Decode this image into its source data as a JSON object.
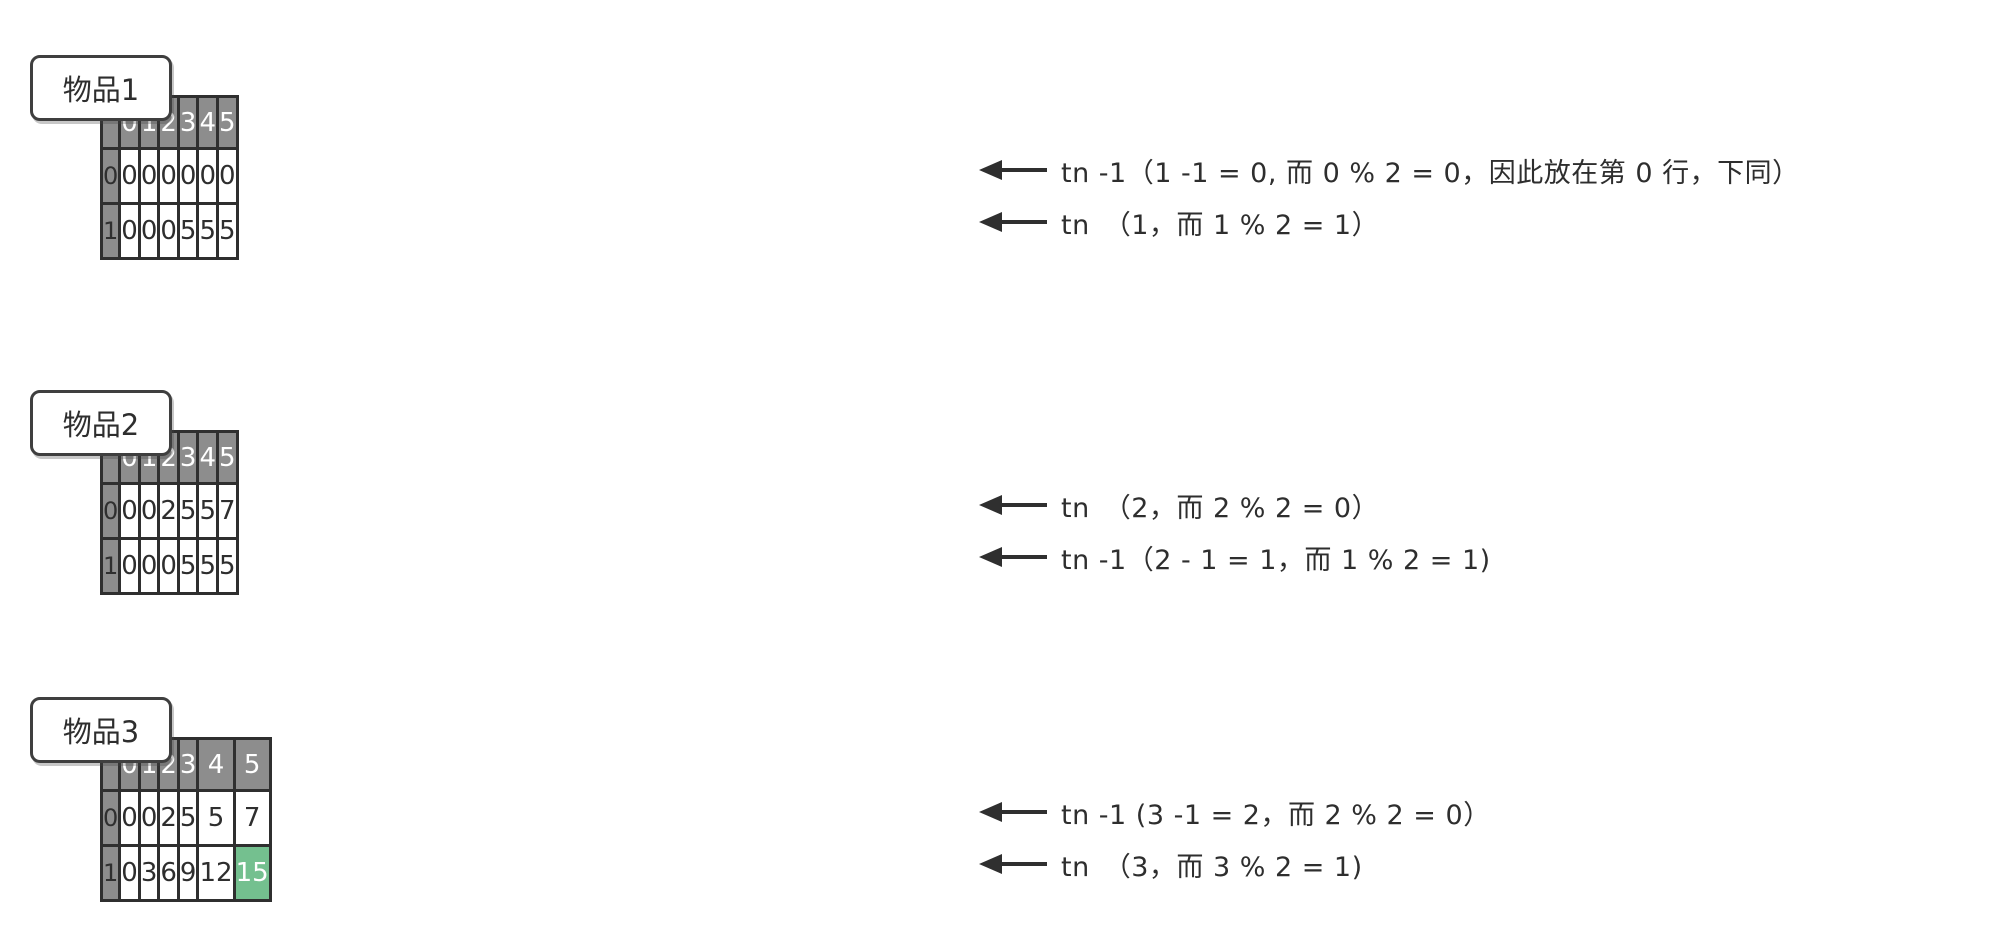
{
  "colors": {
    "background": "#ffffff",
    "header_bg": "#8d8d8d",
    "cell_bg": "#ffffff",
    "highlight_bg": "#74c08f",
    "border": "#2f2f2f",
    "header_text": "#ffffff",
    "text_dark": "#2e2e2e"
  },
  "tables": [
    {
      "label": "物品1",
      "col_headers": [
        "0",
        "1",
        "2",
        "3",
        "4",
        "5"
      ],
      "rows": [
        {
          "label": "0",
          "cells": [
            "0",
            "0",
            "0",
            "0",
            "0",
            "0"
          ],
          "highlight": null,
          "annotation": "tn -1（1 -1 = 0, 而 0 % 2 = 0，因此放在第 0 行，下同）"
        },
        {
          "label": "1",
          "cells": [
            "0",
            "0",
            "0",
            "5",
            "5",
            "5"
          ],
          "highlight": null,
          "annotation": "tn　（1，而 1 % 2 = 1）"
        }
      ]
    },
    {
      "label": "物品2",
      "col_headers": [
        "0",
        "1",
        "2",
        "3",
        "4",
        "5"
      ],
      "rows": [
        {
          "label": "0",
          "cells": [
            "0",
            "0",
            "2",
            "5",
            "5",
            "7"
          ],
          "highlight": null,
          "annotation": "tn　（2，而 2 % 2 = 0）"
        },
        {
          "label": "1",
          "cells": [
            "0",
            "0",
            "0",
            "5",
            "5",
            "5"
          ],
          "highlight": null,
          "annotation": "tn -1（2 - 1 = 1，而 1 % 2 = 1)"
        }
      ]
    },
    {
      "label": "物品3",
      "col_headers": [
        "0",
        "1",
        "2",
        "3",
        "4",
        "5"
      ],
      "rows": [
        {
          "label": "0",
          "cells": [
            "0",
            "0",
            "2",
            "5",
            "5",
            "7"
          ],
          "highlight": null,
          "annotation": "tn -1 (3 -1 = 2，而 2 % 2 = 0）"
        },
        {
          "label": "1",
          "cells": [
            "0",
            "3",
            "6",
            "9",
            "12",
            "15"
          ],
          "highlight": 5,
          "annotation": "tn　（3，而 3 % 2 = 1)"
        }
      ]
    }
  ]
}
